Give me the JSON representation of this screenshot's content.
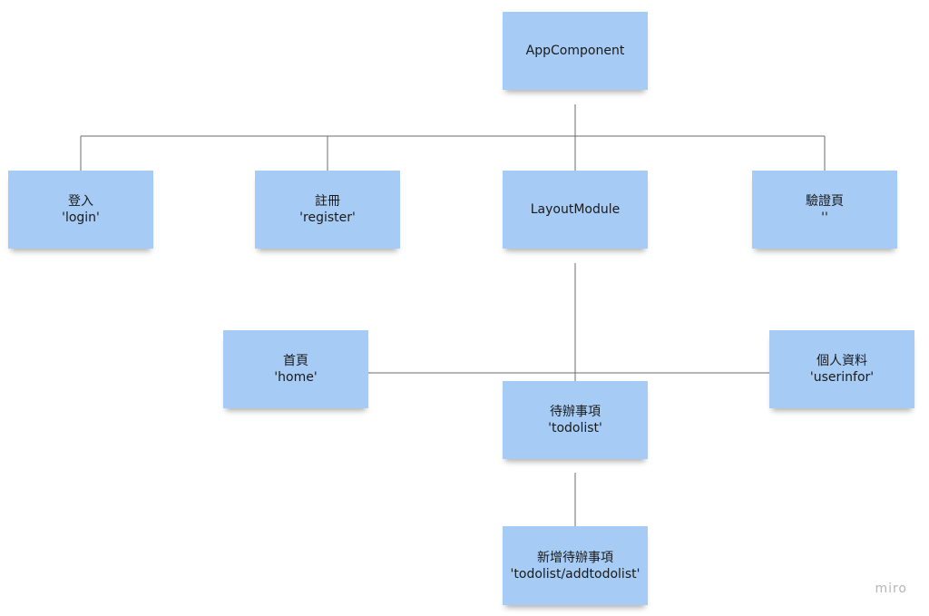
{
  "board": {
    "watermark": "miro"
  },
  "colors": {
    "sticky_fill": "#a6ccf5",
    "connector": "#6b6b6b",
    "background": "#ffffff"
  },
  "nodes": {
    "app": {
      "line1": "AppComponent",
      "line2": ""
    },
    "login": {
      "line1": "登入",
      "line2": "'login'"
    },
    "register": {
      "line1": "註冊",
      "line2": "'register'"
    },
    "layout": {
      "line1": "LayoutModule",
      "line2": ""
    },
    "verify": {
      "line1": "驗證頁",
      "line2": "''"
    },
    "home": {
      "line1": "首頁",
      "line2": "'home'"
    },
    "userinfo": {
      "line1": "個人資料",
      "line2": "'userinfor'"
    },
    "todolist": {
      "line1": "待辦事項",
      "line2": "'todolist'"
    },
    "addtodo": {
      "line1": "新增待辦事項",
      "line2": "'todolist/addtodolist'"
    }
  },
  "edges": [
    {
      "from": "app",
      "to": "login"
    },
    {
      "from": "app",
      "to": "register"
    },
    {
      "from": "app",
      "to": "layout"
    },
    {
      "from": "app",
      "to": "verify"
    },
    {
      "from": "layout",
      "to": "home"
    },
    {
      "from": "layout",
      "to": "userinfo"
    },
    {
      "from": "layout",
      "to": "todolist"
    },
    {
      "from": "todolist",
      "to": "addtodo"
    }
  ]
}
